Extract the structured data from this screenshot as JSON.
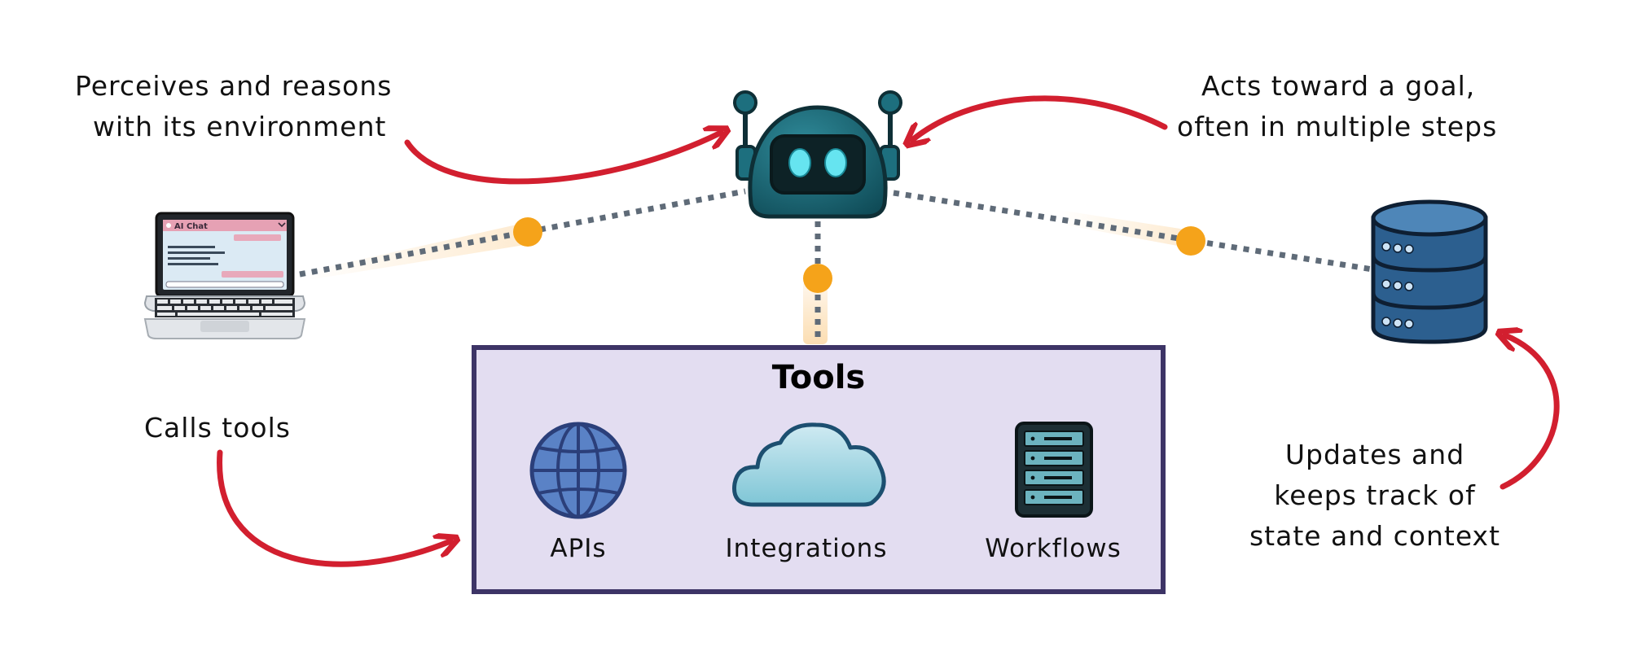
{
  "annotations": {
    "perceives": [
      "Perceives and reasons",
      "with its environment"
    ],
    "acts": [
      "Acts toward a goal,",
      "often in multiple steps"
    ],
    "calls": [
      "Calls tools"
    ],
    "updates": [
      "Updates and",
      "keeps track of",
      "state and context"
    ]
  },
  "tools_box": {
    "title": "Tools",
    "items": [
      {
        "label": "APIs",
        "icon": "globe-icon"
      },
      {
        "label": "Integrations",
        "icon": "cloud-icon"
      },
      {
        "label": "Workflows",
        "icon": "server-rack-icon"
      }
    ]
  },
  "laptop": {
    "chat_title": "AI Chat",
    "icon": "laptop-icon"
  },
  "agent": {
    "icon": "robot-icon"
  },
  "state_store": {
    "icon": "database-icon"
  },
  "colors": {
    "arrow": "#d21f2f",
    "connector": "#5f6b78",
    "signal_dot": "#f5a31a",
    "robot_body": "#1d6f7e",
    "tools_fill": "#e3ddf1",
    "tools_border": "#3d3466",
    "database": "#2c5f8f"
  }
}
